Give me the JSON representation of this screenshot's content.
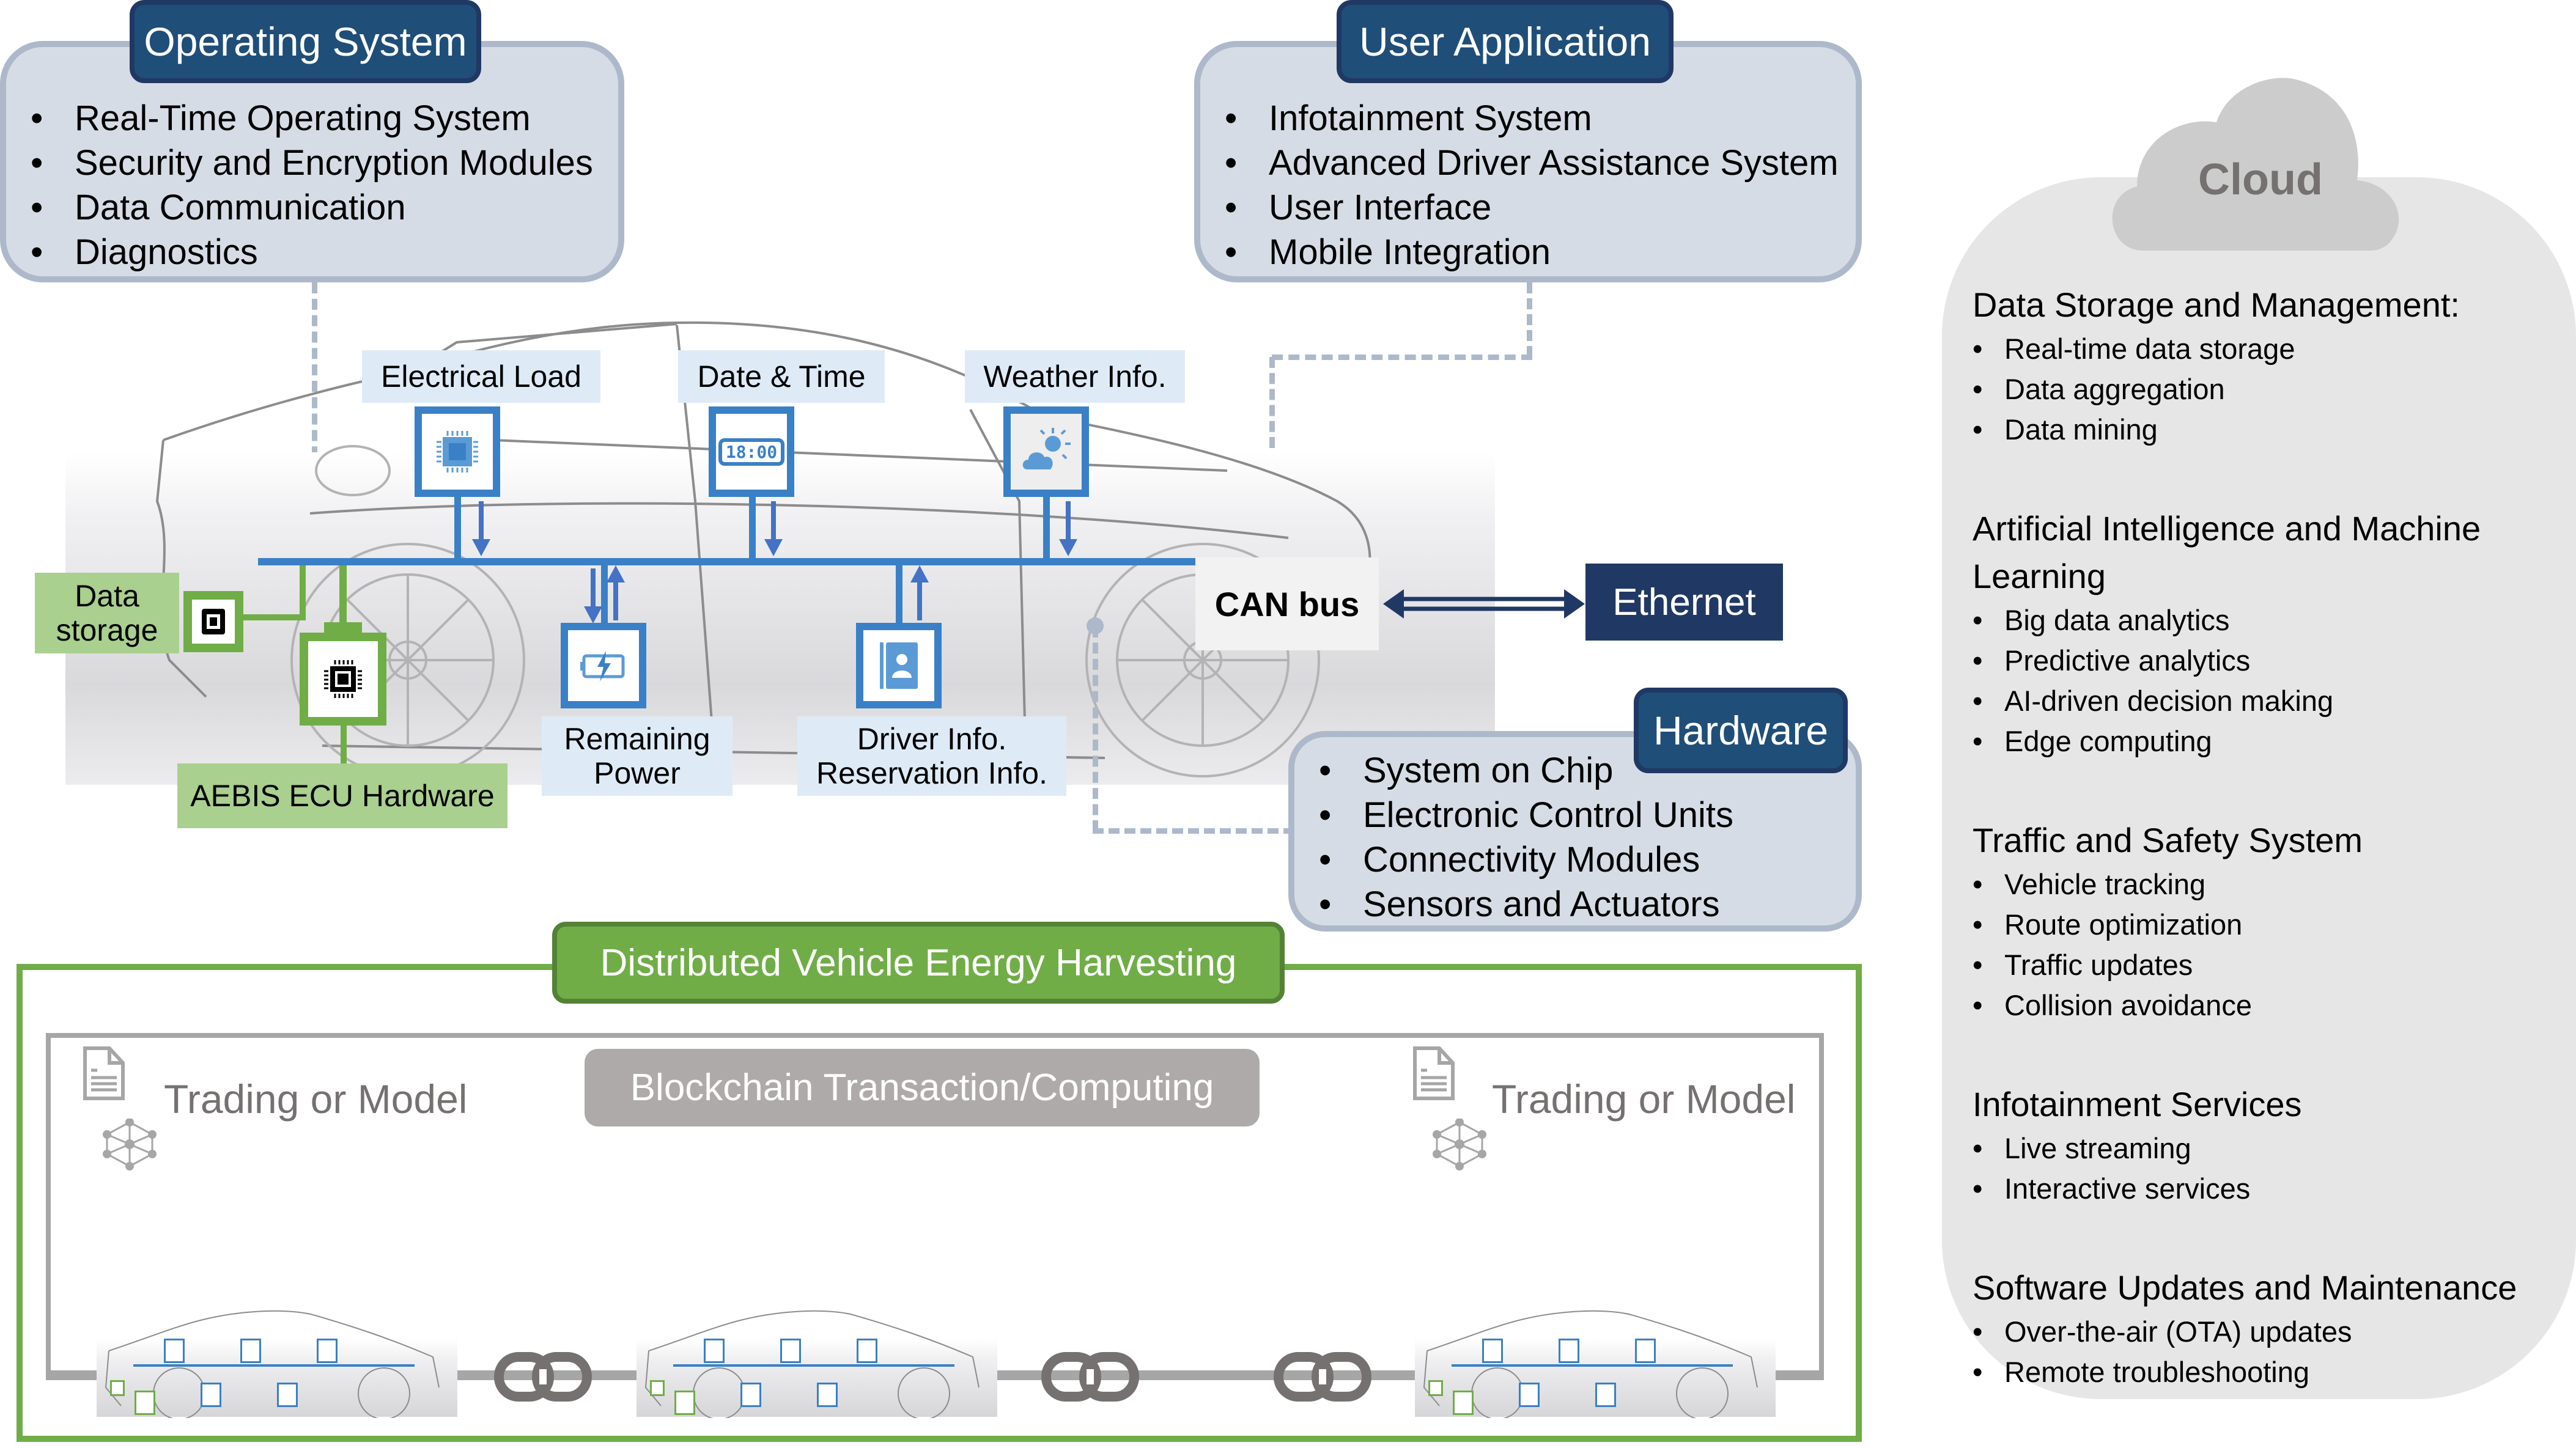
{
  "operating_system": {
    "title": "Operating System",
    "items": [
      "Real-Time Operating System",
      "Security and Encryption Modules",
      "Data Communication",
      "Diagnostics"
    ]
  },
  "user_application": {
    "title": "User Application",
    "items": [
      "Infotainment System",
      "Advanced Driver Assistance System",
      "User Interface",
      "Mobile Integration"
    ]
  },
  "hardware": {
    "title": "Hardware",
    "items": [
      "System on Chip",
      "Electronic Control Units",
      "Connectivity Modules",
      "Sensors and Actuators"
    ]
  },
  "vehicle": {
    "electrical_load": "Electrical Load",
    "date_time": "Date & Time",
    "clock_display": "18:00",
    "weather_info": "Weather Info.",
    "remaining_power": [
      "Remaining",
      "Power"
    ],
    "driver_info": [
      "Driver Info.",
      "Reservation Info."
    ],
    "data_storage": [
      "Data",
      "storage"
    ],
    "aebis_ecu": "AEBIS ECU Hardware",
    "can_bus": "CAN bus",
    "ethernet": "Ethernet"
  },
  "cloud": {
    "title": "Cloud",
    "sections": [
      {
        "title": "Data Storage and Management:",
        "items": [
          "Real-time data storage",
          "Data aggregation",
          "Data mining"
        ]
      },
      {
        "title": "Artificial Intelligence and Machine Learning",
        "items": [
          "Big data analytics",
          "Predictive analytics",
          "AI-driven decision making",
          "Edge computing"
        ]
      },
      {
        "title": "Traffic and Safety System",
        "items": [
          "Vehicle tracking",
          "Route optimization",
          "Traffic updates",
          "Collision avoidance"
        ]
      },
      {
        "title": "Infotainment Services",
        "items": [
          "Live streaming",
          "Interactive services"
        ]
      },
      {
        "title": "Software Updates and Maintenance",
        "items": [
          "Over-the-air (OTA) updates",
          "Remote troubleshooting"
        ]
      }
    ]
  },
  "distributed": {
    "title": "Distributed Vehicle Energy Harvesting",
    "blockchain": "Blockchain Transaction/Computing",
    "trading_left": "Trading or Model",
    "trading_right": "Trading or Model",
    "vehicle_count": 3,
    "chain_link_count": 3
  },
  "colors": {
    "layer_title_bg": "#1f4e79",
    "layer_box_bg": "#d6dce5",
    "bus_blue": "#3a80c6",
    "ecu_green": "#70ad47",
    "green_label": "#a9d08e",
    "feature_label": "#deebf7",
    "ethernet_bg": "#203864",
    "cloud_bg": "#e6e6e6",
    "blockchain_bg": "#aeaaaa"
  }
}
